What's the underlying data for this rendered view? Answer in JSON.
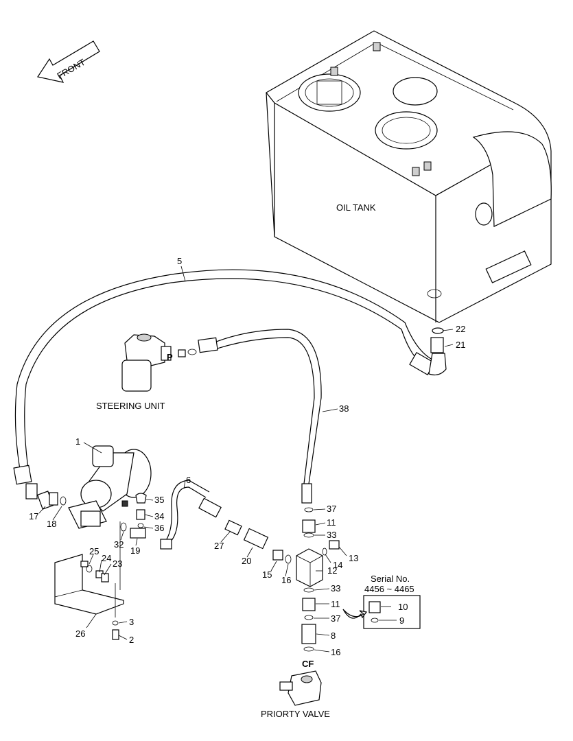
{
  "front_label": "FRONT",
  "labels": {
    "oil_tank": "OIL TANK",
    "steering_unit": "STEERING UNIT",
    "priority_valve": "PRIORTY VALVE",
    "port_p": "P",
    "port_cf": "CF",
    "serial_title": "Serial No.",
    "serial_range": "4456 ~ 4465"
  },
  "part_numbers": {
    "p1": "1",
    "p2": "2",
    "p3": "3",
    "p5": "5",
    "p6": "6",
    "p8": "8",
    "p9": "9",
    "p10": "10",
    "p11a": "11",
    "p11b": "11",
    "p12": "12",
    "p13": "13",
    "p14": "14",
    "p15": "15",
    "p16a": "16",
    "p16b": "16",
    "p17": "17",
    "p18": "18",
    "p19": "19",
    "p20": "20",
    "p21": "21",
    "p22": "22",
    "p23": "23",
    "p24": "24",
    "p25": "25",
    "p26": "26",
    "p27": "27",
    "p32": "32",
    "p33a": "33",
    "p33b": "33",
    "p34": "34",
    "p35": "35",
    "p36": "36",
    "p37a": "37",
    "p37b": "37",
    "p38": "38"
  }
}
